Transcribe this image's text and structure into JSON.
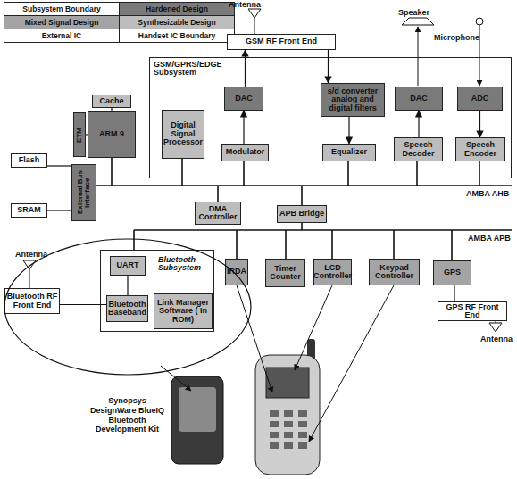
{
  "diagram": {
    "nodes": [
      {
        "text": [
          "GSM RF Front End"
        ]
      },
      {
        "text": [
          "GSM/GPRS/EDGE Subsystem"
        ]
      },
      {
        "text": [
          "Cache"
        ]
      },
      {
        "text": [
          "ARM 9"
        ]
      },
      {
        "text": [
          "ETM"
        ]
      },
      {
        "text": [
          "Digital Signal Processor"
        ],
        "in": 1
      },
      {
        "text": [
          "DAC"
        ],
        "in": 1
      },
      {
        "text": [
          "Modulator"
        ],
        "in": 1
      },
      {
        "text": [
          "s/d converter analog and digital filters"
        ],
        "in": 1
      },
      {
        "text": [
          "Equalizer"
        ],
        "in": 1
      },
      {
        "text": [
          "DAC"
        ],
        "in": 1
      },
      {
        "text": [
          "Speech Decoder"
        ],
        "in": 1
      },
      {
        "text": [
          "ADC"
        ],
        "in": 1
      },
      {
        "text": [
          "Speech Encoder"
        ],
        "in": 1
      },
      {
        "text": [
          "Flash"
        ]
      },
      {
        "text": [
          "External Bus Interface"
        ]
      },
      {
        "text": [
          "SRAM"
        ]
      },
      {
        "text": [
          "DMA Controller"
        ]
      },
      {
        "text": [
          "APB Bridge"
        ]
      },
      {
        "text": [
          "Bluetooth Subsystem"
        ]
      },
      {
        "text": [
          "UART"
        ],
        "in": 19
      },
      {
        "text": [
          "Bluetooth Baseband"
        ],
        "in": 19
      },
      {
        "text": [
          "Link Manager Software ( In ROM)"
        ],
        "in": 19
      },
      {
        "text": [
          "Bluetooth RF Front End"
        ]
      },
      {
        "text": [
          "IRDA"
        ]
      },
      {
        "text": [
          "Timer Counter"
        ]
      },
      {
        "text": [
          "LCD Controller"
        ]
      },
      {
        "text": [
          "Keypad Controller"
        ]
      },
      {
        "text": [
          "GPS"
        ]
      },
      {
        "text": [
          "GPS RF Front End"
        ]
      }
    ],
    "edges": [
      {
        "from": 6,
        "to": 0,
        "arrow": "to"
      },
      {
        "from": 0,
        "to": 8,
        "arrow": "to"
      },
      {
        "from": 7,
        "to": 6,
        "arrow": "to"
      },
      {
        "from": 8,
        "to": 9,
        "arrow": "to"
      },
      {
        "from": 11,
        "to": 10,
        "arrow": "to"
      },
      {
        "from": 12,
        "to": 13,
        "arrow": "to"
      },
      {
        "from": 2,
        "to": 3,
        "arrow": "none"
      },
      {
        "from": 4,
        "to": 3,
        "arrow": "none"
      },
      {
        "from": 15,
        "to": 14,
        "arrow": "none"
      },
      {
        "from": 15,
        "to": 16,
        "arrow": "none"
      },
      {
        "from": 23,
        "to": 21,
        "arrow": "none"
      },
      {
        "from": 20,
        "to": 21,
        "arrow": "none"
      },
      {
        "from": 28,
        "to": 29,
        "arrow": "none"
      }
    ],
    "labels": [
      "Antenna",
      "Speaker",
      "Microphone",
      "AMBA AHB",
      "AMBA APB",
      "Antenna",
      "Antenna",
      "Synopsys DesignWare BlueIQ Bluetooth Development Kit"
    ],
    "legend": [
      {
        "text": "Subsystem Boundary",
        "color": "#ffffff"
      },
      {
        "text": "Hardened Design",
        "color": "#7a7a7a"
      },
      {
        "text": "Mixed Signal Design",
        "color": "#a4a4a4"
      },
      {
        "text": "Synthesizable Design",
        "color": "#bdbdbd"
      },
      {
        "text": "External IC",
        "color": "#ffffff"
      },
      {
        "text": "Handset IC Boundary",
        "color": "#ffffff"
      }
    ]
  }
}
